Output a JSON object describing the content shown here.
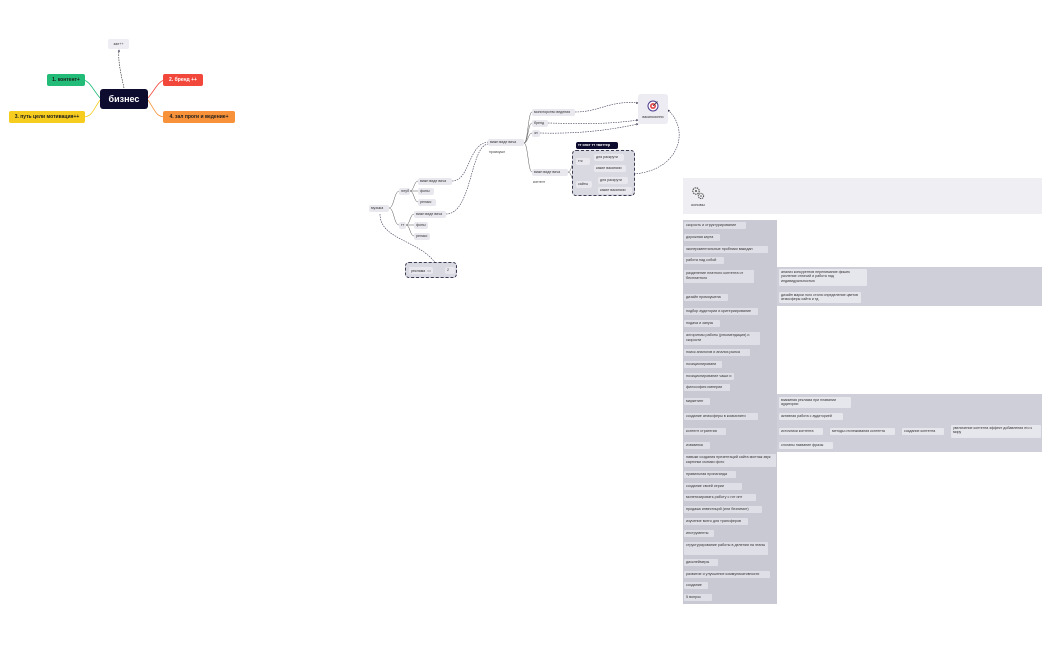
{
  "mindmap": {
    "root": "бизнес",
    "top": "зал++",
    "branches": [
      {
        "label": "1. контент+",
        "color": "#22bb77"
      },
      {
        "label": "2. бренд ++",
        "color": "#f2483c"
      },
      {
        "label": "3. путь цели мотивация++",
        "color": "#f6cc1e"
      },
      {
        "label": "4. зал проги и ведение+",
        "color": "#f7923a"
      }
    ]
  },
  "flow": {
    "root": "музыка",
    "groups": [
      {
        "label": "ютуб",
        "items": [
          "вижн виде вича",
          "фоны",
          "релакс"
        ]
      },
      {
        "label": "тт",
        "items": [
          "вижн виде вича",
          "фоны",
          "релакс"
        ]
      }
    ],
    "middle": {
      "label": "вижн виде вича",
      "caption": "промоушн"
    },
    "right_items": [
      "мониторство ведения",
      "бренд",
      "зп",
      "вижн виде вича"
    ],
    "right_caption": "контент",
    "group_title": "тт инст тт твиттер",
    "group_items": [
      {
        "label": "тгк",
        "subs": [
          "для раскрути",
          "какие вакансии"
        ]
      },
      {
        "label": "сайты",
        "subs": [
          "для раскрути",
          "какие вакансии"
        ]
      }
    ],
    "goal": "вакансионно",
    "ad": {
      "label": "реклама",
      "icon_count": "2"
    }
  },
  "panel": {
    "title": "основы",
    "items": [
      "скорость и структурирование",
      "дорожная карта",
      "экспериментальные пробники вакидан",
      "работа над собой",
      "разделение платного контента от бесплатного",
      "дизайн промоушена",
      "подбор аудитории и критериирование",
      "подача и запуск",
      "алгоритмы работы (рекомендация) и скорости",
      "поиск аналогов и анализ рынка",
      "позиционировани",
      "позиционирование чаши и их",
      "философия империи",
      "маркетинг",
      "создание атмосферы в комьюнити",
      "контент стратегия",
      "изюминка",
      "навыки создания презентаций сайта монтаж звук картинки съемки фото",
      "правильная пропаганда",
      "создание своей серии продукции",
      "монетизировать работу с гит инт",
      "продажа инвестиций (или безлимит)",
      "изучение всего для трансферов",
      "инструменты",
      "структурирование работы в деления на этапы",
      "дисклеймеры",
      "развитие и улучшение коммуникативности",
      "создание",
      "5 вопрос"
    ],
    "notes": {
      "razdelenie": "анализ конкурентов  перенимание фишек усиление отличий и работа над индивидуальностью",
      "dizain": "дизайн марки лого стиля определение цветов атмосферы сайта и тд",
      "marketing": "взаимная реклама при плавании аудитории",
      "marketing2": "активная работа с аудиторией",
      "kontent": [
        "источники контента",
        "методы отслеживания контента",
        "создание контента",
        "увеличение контента эффект добавления его к миру"
      ],
      "izyuminka": "слоганы название фразы"
    }
  }
}
